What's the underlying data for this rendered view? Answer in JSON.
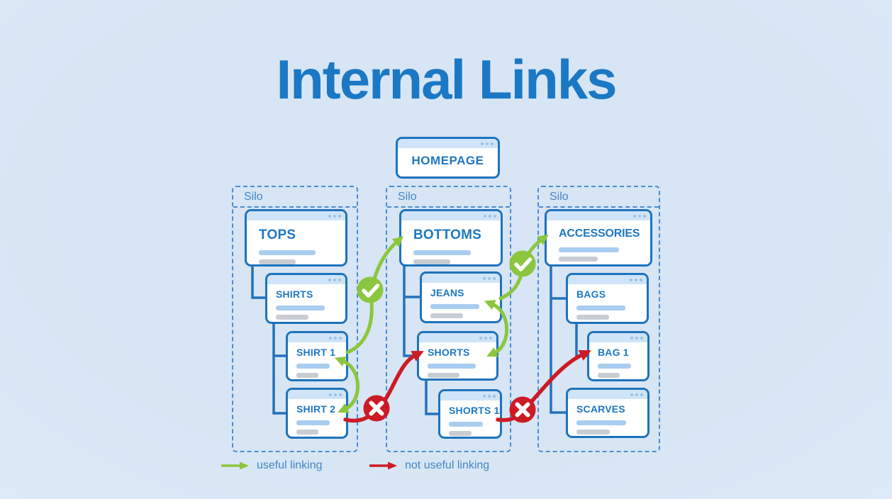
{
  "title": "Internal Links",
  "homepage": {
    "title": "HOMEPAGE"
  },
  "silos": [
    {
      "label": "Silo",
      "cards": [
        {
          "title": "TOPS"
        },
        {
          "title": "SHIRTS"
        },
        {
          "title": "SHIRT 1"
        },
        {
          "title": "SHIRT 2"
        }
      ]
    },
    {
      "label": "Silo",
      "cards": [
        {
          "title": "BOTTOMS"
        },
        {
          "title": "JEANS"
        },
        {
          "title": "SHORTS"
        },
        {
          "title": "SHORTS 1"
        }
      ]
    },
    {
      "label": "Silo",
      "cards": [
        {
          "title": "ACCESSORIES"
        },
        {
          "title": "BAGS"
        },
        {
          "title": "BAG 1"
        },
        {
          "title": "SCARVES"
        }
      ]
    }
  ],
  "legend": {
    "useful": "useful linking",
    "not_useful": "not useful linking"
  },
  "connections": [
    {
      "from": "SHIRT 1",
      "to": "BOTTOMS",
      "type": "useful",
      "bidirectional": false
    },
    {
      "from": "SHIRT 1",
      "to": "SHIRT 2",
      "type": "useful",
      "bidirectional": true
    },
    {
      "from": "JEANS",
      "to": "ACCESSORIES",
      "type": "useful",
      "bidirectional": false
    },
    {
      "from": "JEANS",
      "to": "SHORTS",
      "type": "useful",
      "bidirectional": true
    },
    {
      "from": "SHIRT 2",
      "to": "SHORTS",
      "type": "not_useful",
      "bidirectional": false
    },
    {
      "from": "SHORTS 1",
      "to": "BAG 1",
      "type": "not_useful",
      "bidirectional": false
    }
  ],
  "icons": {
    "window_dots": "•••",
    "check": "✓",
    "cross": "✕",
    "arrow": "→"
  },
  "colors": {
    "background": "#dce8f6",
    "title_blue": "#1b78c4",
    "card_border_blue": "#1e73bb",
    "card_header_blue": "#cfe4f8",
    "connector_blue": "#2372bb",
    "silo_dash_blue": "#4b8ed2",
    "placeholder_blue": "#a9cdf0",
    "placeholder_gray": "#c8cdd3",
    "useful_green": "#8cc63e",
    "not_useful_red": "#cc1b25",
    "legend_text_blue": "#4286c6"
  }
}
